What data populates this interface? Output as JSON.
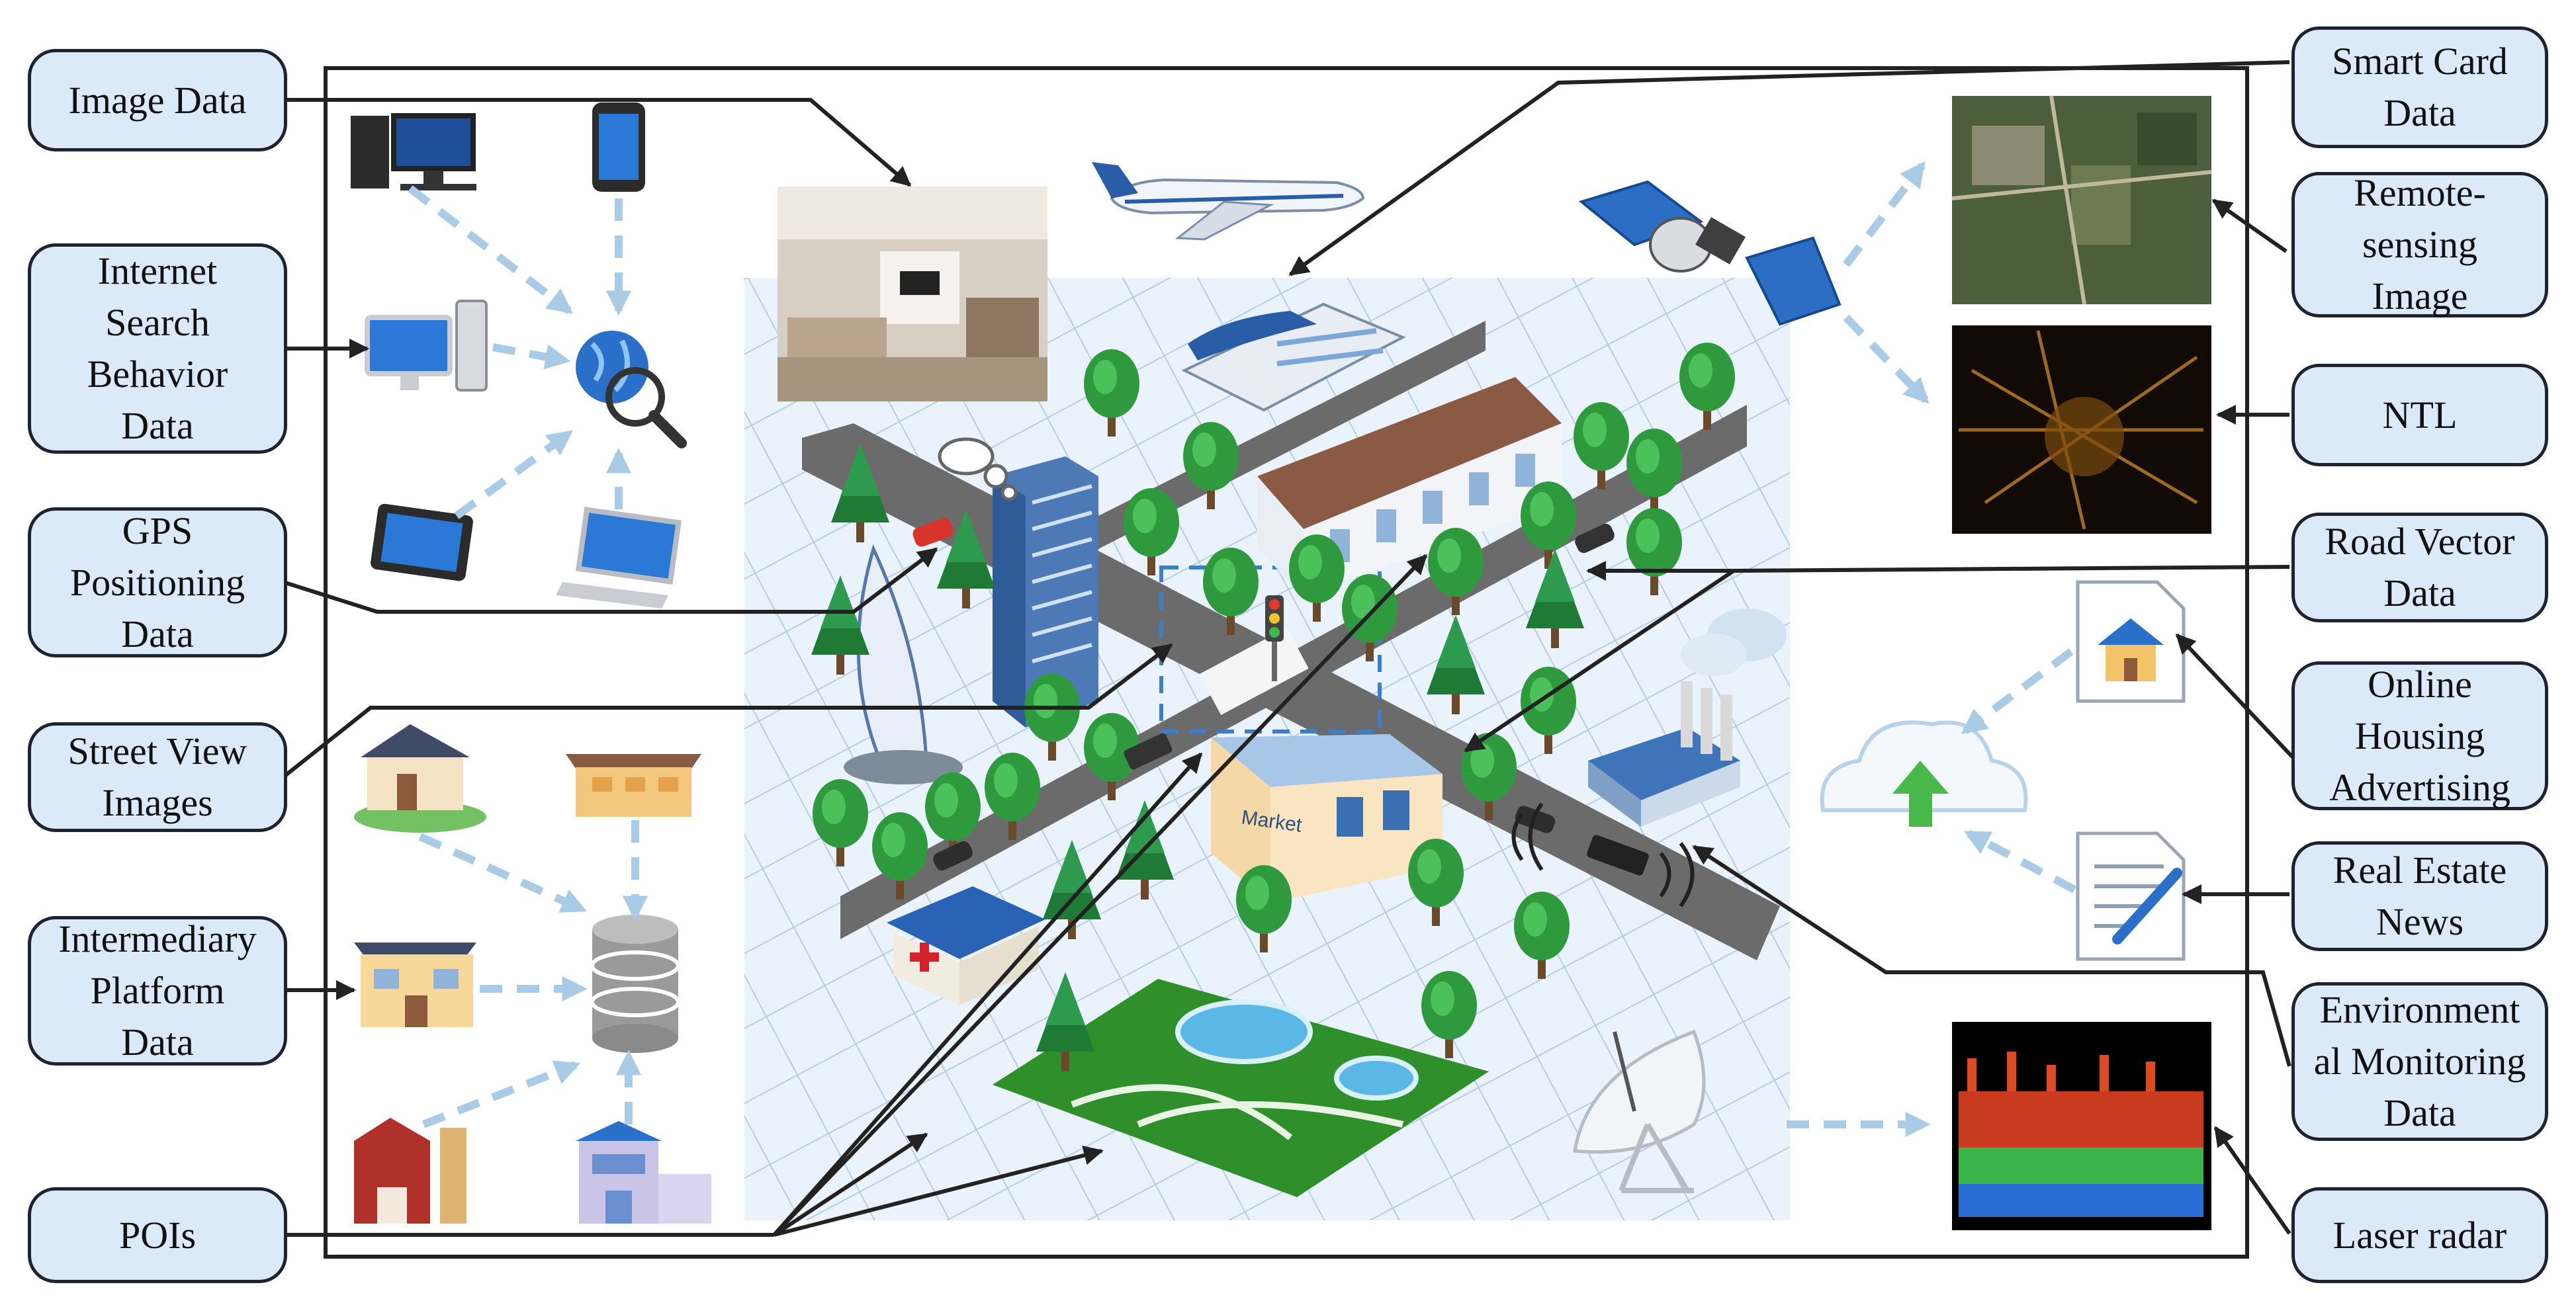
{
  "labels": {
    "image_data": "Image Data",
    "internet_search": "Internet\nSearch\nBehavior\nData",
    "gps": "GPS\nPositioning\nData",
    "street_view": "Street View\nImages",
    "intermediary": "Intermediary\nPlatform\nData",
    "pois": "POIs",
    "smart_card": "Smart Card\nData",
    "remote_sensing": "Remote-\nsensing\nImage",
    "ntl": "NTL",
    "road_vector": "Road Vector\nData",
    "online_housing": "Online\nHousing\nAdvertising",
    "real_estate": "Real Estate\nNews",
    "environmental": "Environment\nal Monitoring\nData",
    "laser_radar": "Laser radar"
  },
  "market_sign": "Market",
  "icons": [
    "desktop-computer-icon",
    "smartphone-icon",
    "imac-icon",
    "globe-search-icon",
    "tablet-icon",
    "laptop-icon",
    "villa-icon",
    "apartment-icon",
    "house-icon",
    "database-icon",
    "barn-icon",
    "office-icon",
    "airplane-icon",
    "satellite-icon",
    "train-icon",
    "cloud-upload-icon",
    "house-document-icon",
    "news-document-icon",
    "radar-dish-icon",
    "hospital-icon",
    "factory-icon",
    "park-icon",
    "traffic-light-icon"
  ],
  "colors": {
    "label_fill": "#dce9f8",
    "dashed_arrow": "#a9cbe6",
    "grid_background": "#eaf3fc",
    "tree": "#2e9a3d",
    "park": "#2f8f2a"
  }
}
